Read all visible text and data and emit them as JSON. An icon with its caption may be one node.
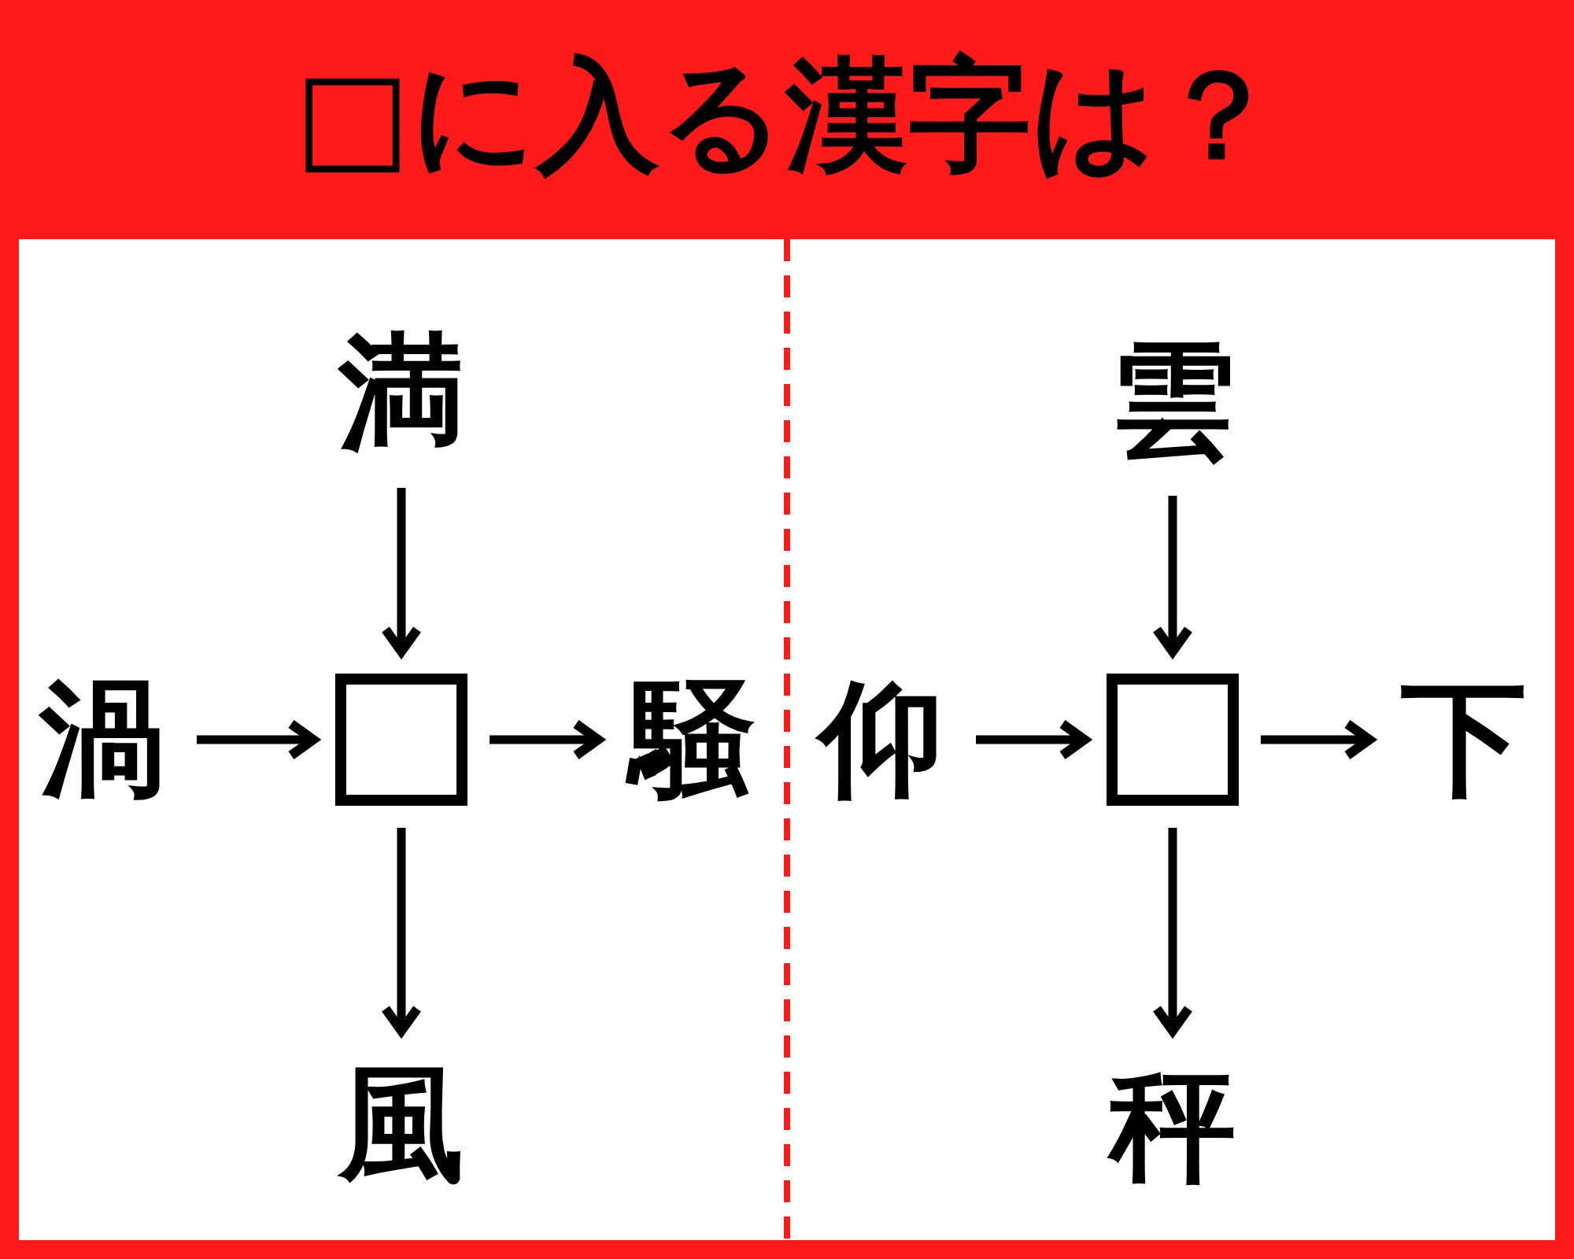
{
  "diagram": {
    "title": "□に入る漢字は？",
    "nodes": [
      {
        "text": [
          "満"
        ]
      },
      {
        "text": [
          "渦"
        ]
      },
      {
        "text": [],
        "shape": "box"
      },
      {
        "text": [
          "騒"
        ]
      },
      {
        "text": [
          "風"
        ]
      },
      {
        "text": [
          "雲"
        ]
      },
      {
        "text": [
          "仰"
        ]
      },
      {
        "text": [],
        "shape": "box"
      },
      {
        "text": [
          "下"
        ]
      },
      {
        "text": [
          "秤"
        ]
      }
    ],
    "edges": [
      {
        "from": 0,
        "to": 2,
        "arrow": "to"
      },
      {
        "from": 1,
        "to": 2,
        "arrow": "to"
      },
      {
        "from": 2,
        "to": 3,
        "arrow": "to"
      },
      {
        "from": 2,
        "to": 4,
        "arrow": "to"
      },
      {
        "from": 5,
        "to": 7,
        "arrow": "to"
      },
      {
        "from": 6,
        "to": 7,
        "arrow": "to"
      },
      {
        "from": 7,
        "to": 8,
        "arrow": "to"
      },
      {
        "from": 7,
        "to": 9,
        "arrow": "to"
      }
    ]
  }
}
